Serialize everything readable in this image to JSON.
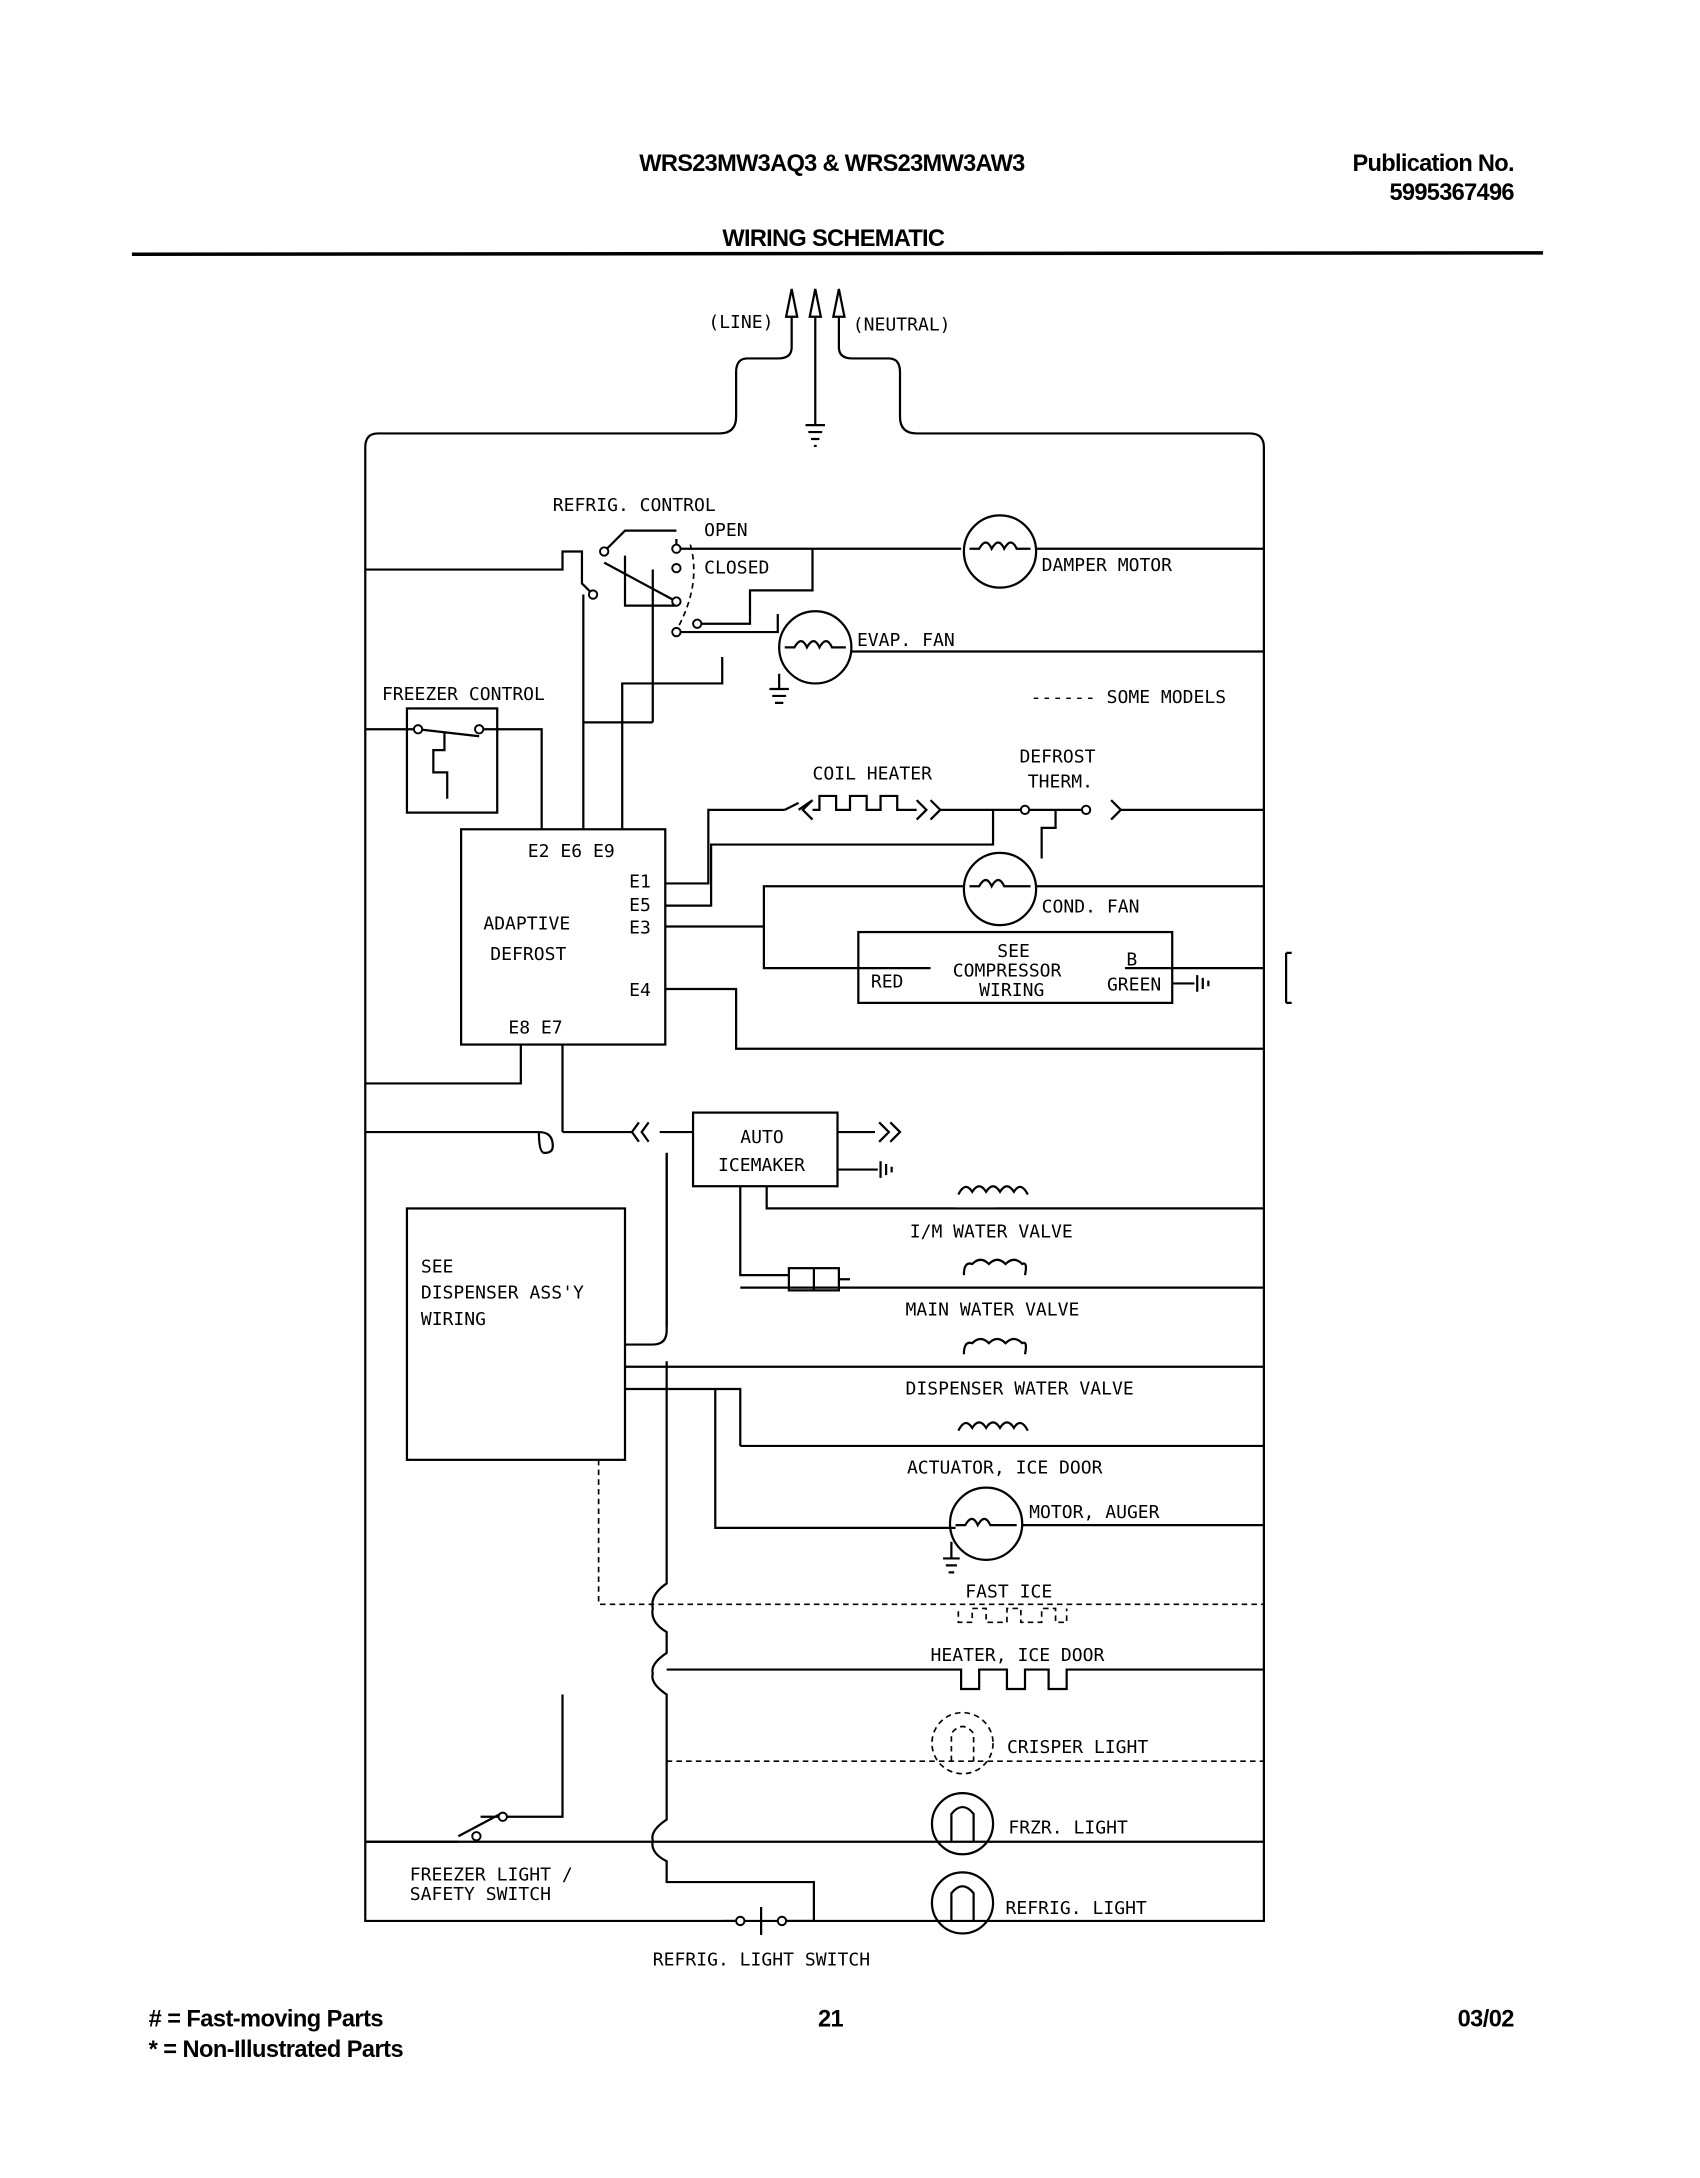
{
  "header": {
    "model_title": "WRS23MW3AQ3 & WRS23MW3AW3",
    "publication_label": "Publication No.",
    "publication_number": "5995367496",
    "section_title": "WIRING SCHEMATIC"
  },
  "schematic": {
    "line": "(LINE)",
    "neutral": "(NEUTRAL)",
    "refrig_control": "REFRIG. CONTROL",
    "open": "OPEN",
    "closed": "CLOSED",
    "damper_motor": "DAMPER MOTOR",
    "evap_fan": "EVAP. FAN",
    "some_models": "------ SOME MODELS",
    "freezer_control": "FREEZER CONTROL",
    "coil_heater": "COIL HEATER",
    "defrost_therm_1": "DEFROST",
    "defrost_therm_2": "THERM.",
    "adaptive_defrost_1": "ADAPTIVE",
    "adaptive_defrost_2": "DEFROST",
    "terminals_top": "E2 E6 E9",
    "e1": "E1",
    "e5": "E5",
    "e3": "E3",
    "e4": "E4",
    "terminals_bottom": "E8 E7",
    "cond_fan": "COND. FAN",
    "compressor_1": "SEE",
    "compressor_2": "COMPRESSOR",
    "compressor_3": "WIRING",
    "red": "RED",
    "b": "B",
    "green": "GREEN",
    "icemaker_1": "AUTO",
    "icemaker_2": "ICEMAKER",
    "im_water_valve": "I/M WATER VALVE",
    "main_water_valve": "MAIN WATER VALVE",
    "dispenser_water_valve": "DISPENSER WATER VALVE",
    "actuator_ice_door": "ACTUATOR, ICE DOOR",
    "motor_auger": "MOTOR, AUGER",
    "fast_ice": "FAST ICE",
    "heater_ice_door": "HEATER, ICE DOOR",
    "crisper_light": "CRISPER LIGHT",
    "frzr_light": "FRZR. LIGHT",
    "refrig_light": "REFRIG. LIGHT",
    "dispenser_1": "SEE",
    "dispenser_2": "DISPENSER ASS'Y",
    "dispenser_3": "WIRING",
    "freezer_switch_1": "FREEZER LIGHT /",
    "freezer_switch_2": "SAFETY SWITCH",
    "refrig_light_switch": "REFRIG. LIGHT SWITCH"
  },
  "footer": {
    "legend_fast": "# = Fast-moving Parts",
    "legend_non": "* = Non-Illustrated Parts",
    "page_number": "21",
    "date": "03/02"
  }
}
